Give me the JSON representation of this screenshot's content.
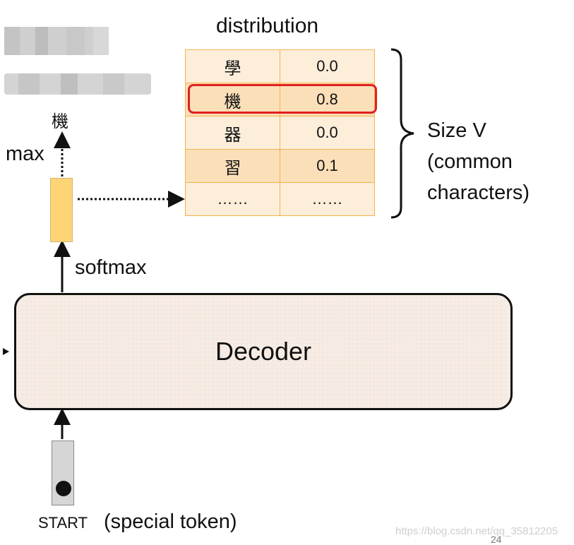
{
  "distribution": {
    "title": "distribution",
    "rows": [
      {
        "char": "學",
        "prob": "0.0"
      },
      {
        "char": "機",
        "prob": "0.8"
      },
      {
        "char": "器",
        "prob": "0.0"
      },
      {
        "char": "習",
        "prob": "0.1"
      },
      {
        "char": "……",
        "prob": "……"
      }
    ],
    "highlighted_row": 1
  },
  "output_char": "機",
  "labels": {
    "max": "max",
    "softmax": "softmax",
    "decoder": "Decoder",
    "start": "START",
    "special_token": "(special token)"
  },
  "brace_label": {
    "line1": "Size V",
    "line2": "(common",
    "line3": "characters)"
  },
  "watermark": "https://blog.csdn.net/qq_35812205",
  "page_number": "24",
  "colors": {
    "highlight_border": "#e02020",
    "table_border": "#f2b44a",
    "softmax_box": "#fdd476",
    "decoder_fill": "#f6ece4"
  }
}
